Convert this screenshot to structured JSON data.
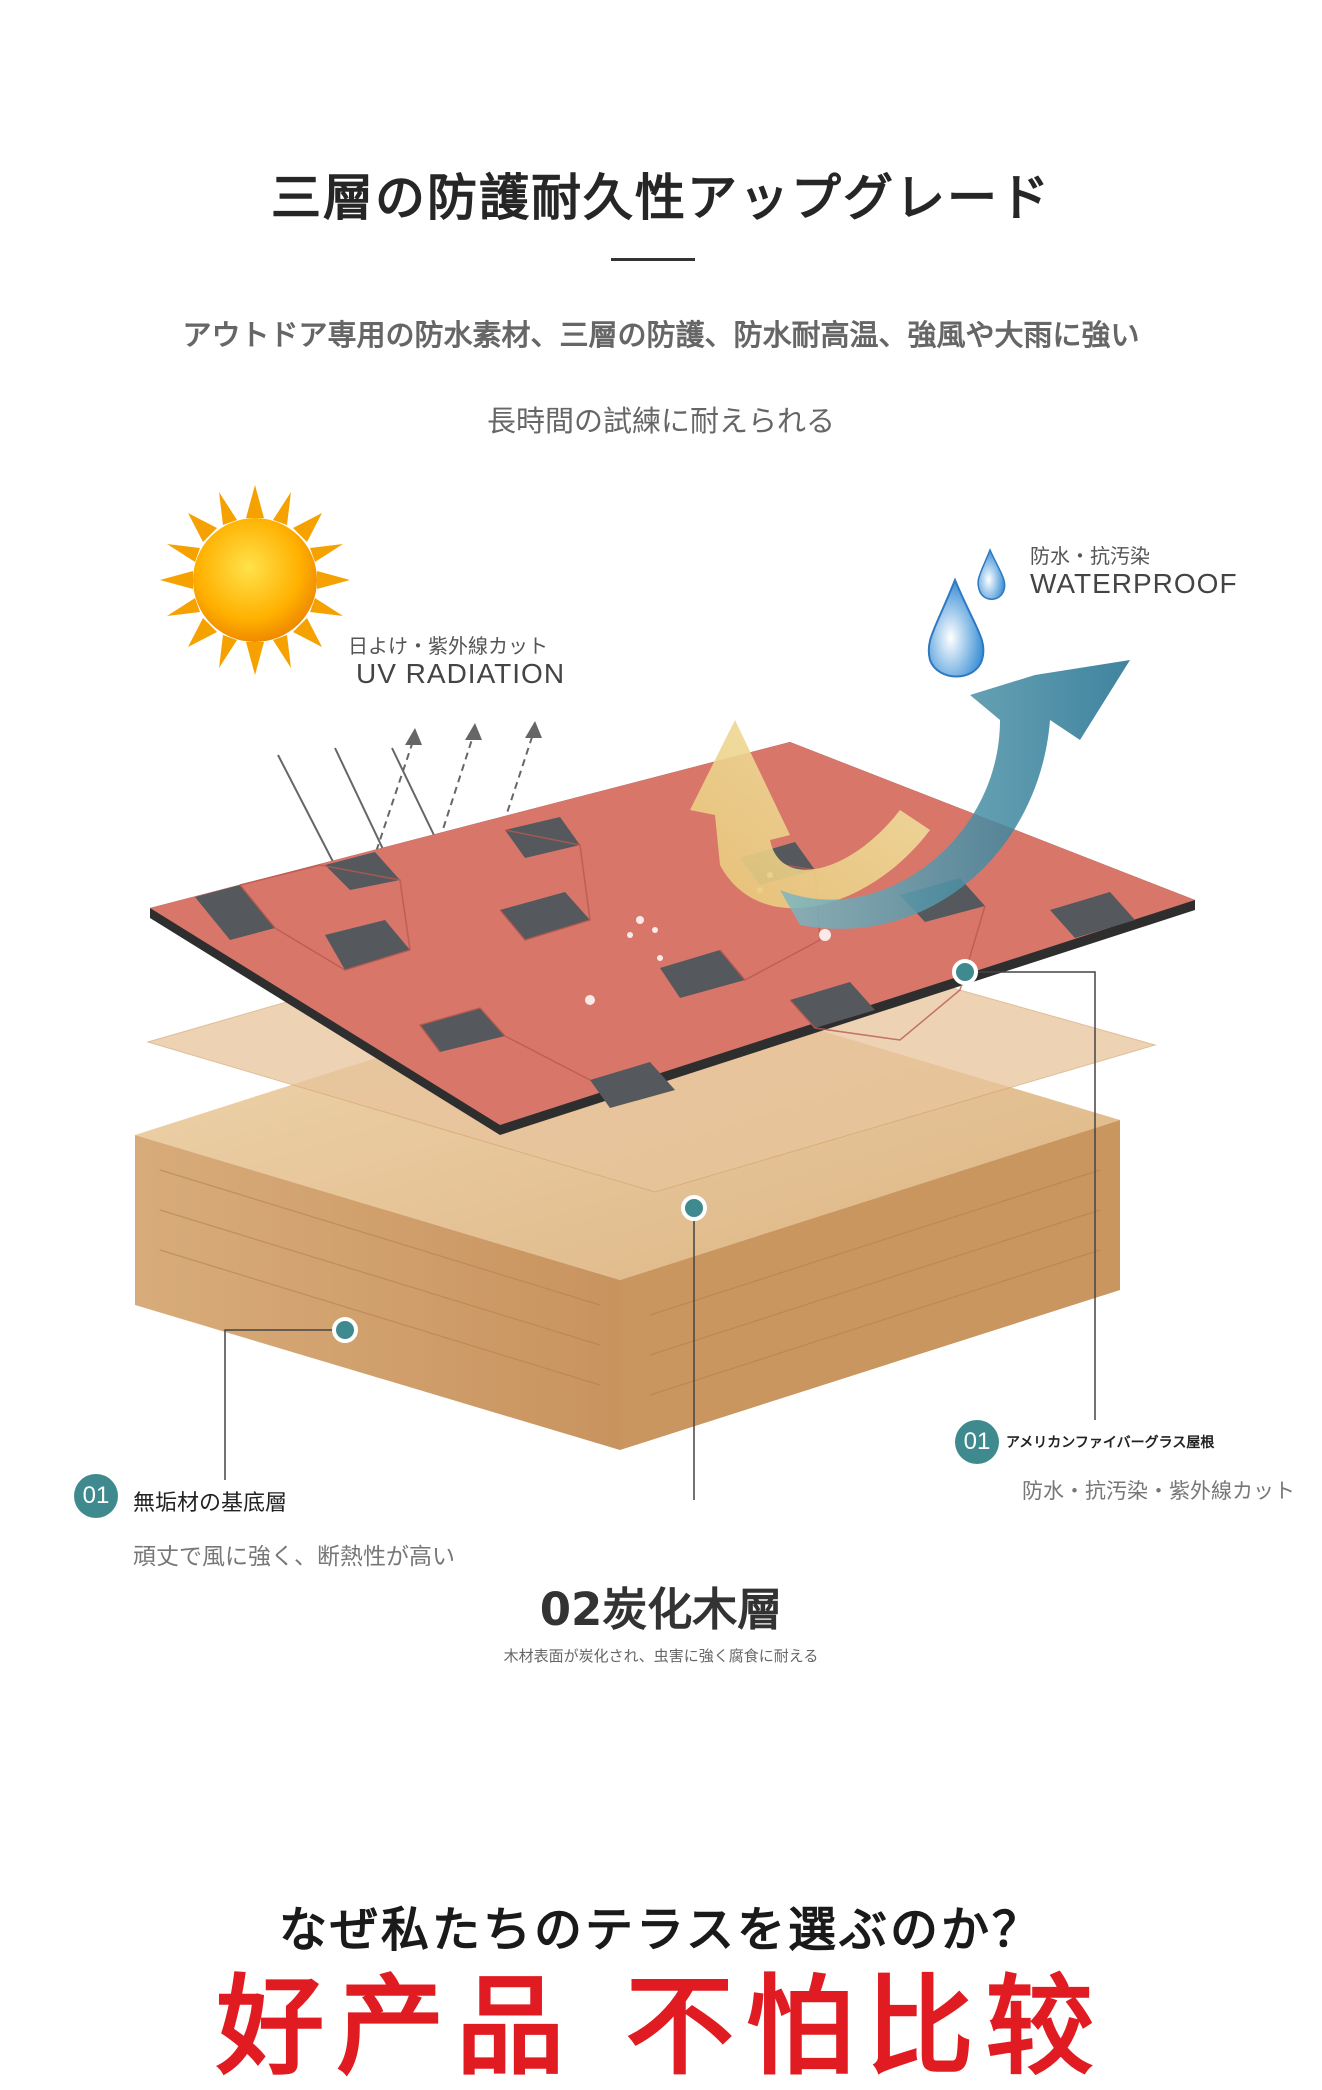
{
  "header": {
    "title": "三層の防護耐久性アップグレード",
    "subtitle_line1": "アウトドア専用の防水素材、三層の防護、防水耐高温、強風や大雨に強い",
    "subtitle_line2": "長時間の試練に耐えられる"
  },
  "diagram": {
    "uv": {
      "jp": "日よけ・紫外線カット",
      "en": "UV RADIATION"
    },
    "waterproof": {
      "jp": "防水・抗汚染",
      "en": "WATERPROOF"
    },
    "layer_left": {
      "badge": "01",
      "name": "無垢材の基底層",
      "desc": "頑丈で風に強く、断熱性が高い"
    },
    "layer_right": {
      "badge": "01",
      "name": "アメリカンファイバーグラス屋根",
      "desc": "防水・抗汚染・紫外線カット"
    },
    "layer_center": {
      "name": "02炭化木層",
      "desc": "木材表面が炭化され、虫害に強く腐食に耐える"
    },
    "colors": {
      "shingle": "#d9766a",
      "wood": "#e8c99e",
      "accent": "#3f8a8e"
    }
  },
  "footer": {
    "why": "なぜ私たちのテラスを選ぶのか？",
    "slogan": "好产品 不怕比较"
  }
}
